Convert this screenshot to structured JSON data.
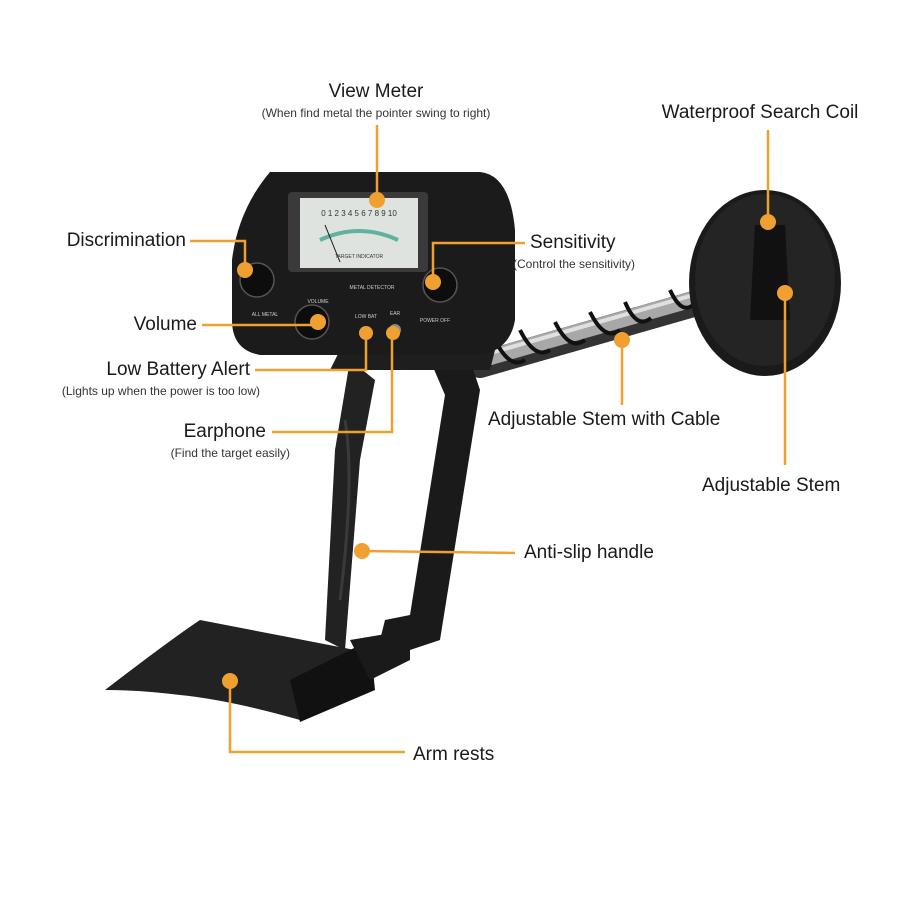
{
  "colors": {
    "accent": "#f0a030",
    "device": "#1c1c1c",
    "stem": "#9a9a9a"
  },
  "device_markings": {
    "meter_scale": "0 1 2 3 4 5 6 7 8 9 10",
    "meter_caption": "TARGET INDICATOR",
    "panel_title": "METAL DETECTOR",
    "volume": "VOLUME",
    "all_metal": "ALL METAL",
    "low_bat": "LOW BAT",
    "ear": "EAR",
    "power_off": "POWER OFF"
  },
  "callouts": {
    "view_meter": {
      "title": "View Meter",
      "subtitle": "(When find metal the pointer swing to right)"
    },
    "search_coil": {
      "title": "Waterproof Search Coil"
    },
    "discrimination": {
      "title": "Discrimination"
    },
    "sensitivity": {
      "title": "Sensitivity",
      "subtitle": "(Control the sensitivity)"
    },
    "volume": {
      "title": "Volume"
    },
    "low_battery": {
      "title": "Low Battery Alert",
      "subtitle": "(Lights up when the power is too low)"
    },
    "earphone": {
      "title": "Earphone",
      "subtitle": "(Find the target easily)"
    },
    "stem_cable": {
      "title": "Adjustable Stem with Cable"
    },
    "stem": {
      "title": "Adjustable Stem"
    },
    "handle": {
      "title": "Anti-slip handle"
    },
    "arm_rests": {
      "title": "Arm rests"
    }
  }
}
